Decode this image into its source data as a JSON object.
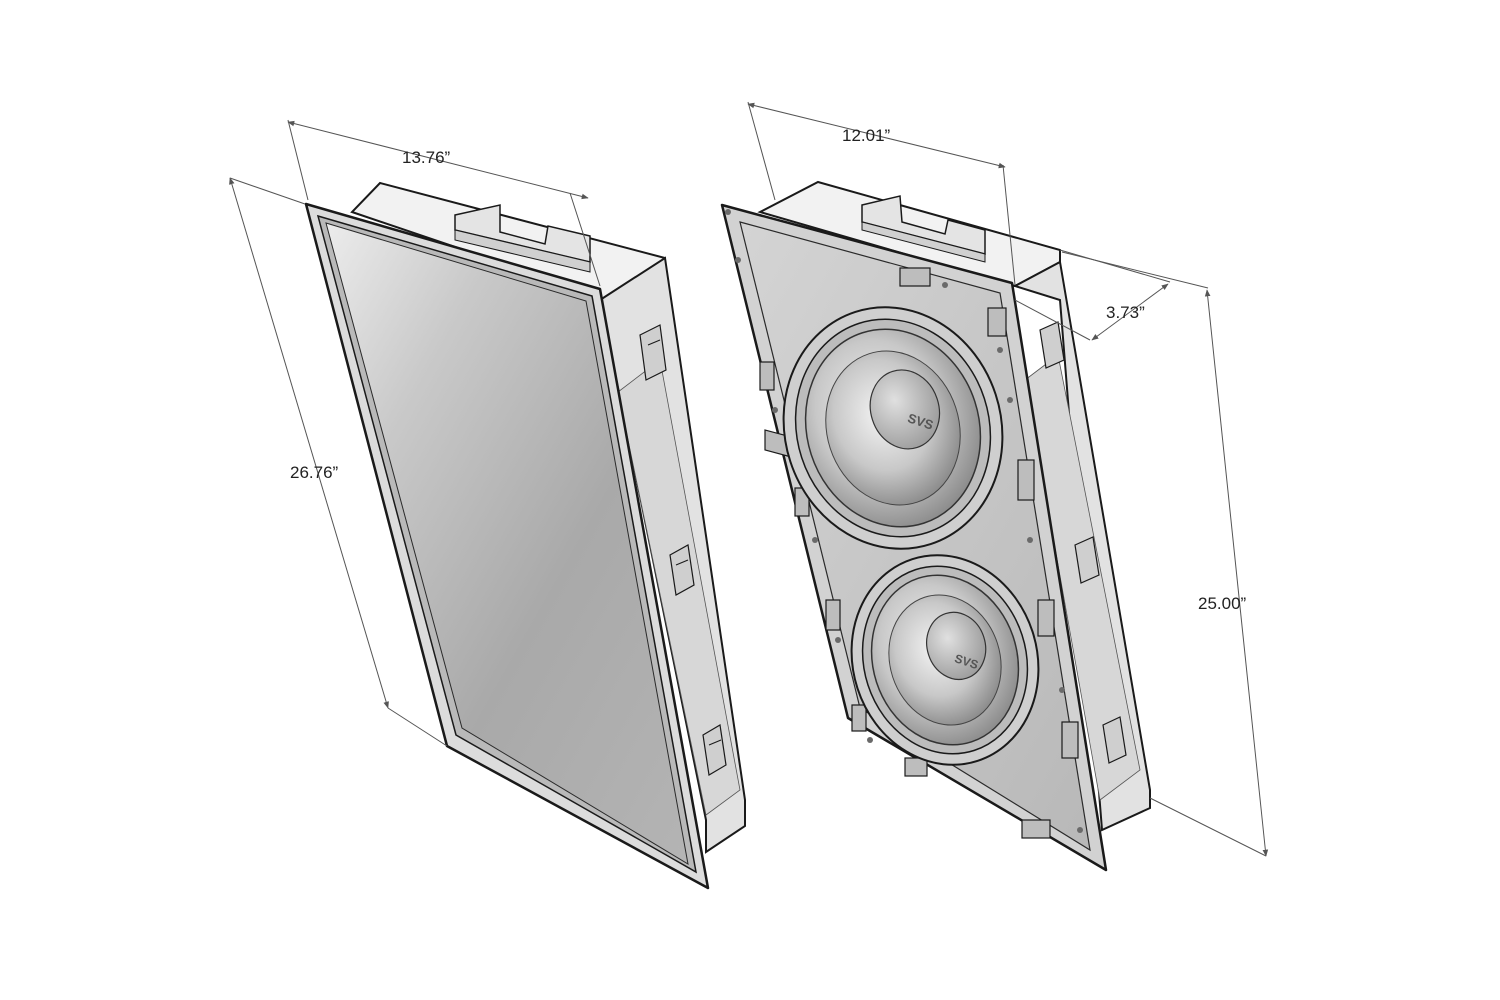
{
  "left_unit": {
    "width_label": "13.76”",
    "height_label": "26.76”"
  },
  "right_unit": {
    "width_label": "12.01”",
    "depth_label": "3.73”",
    "height_label": "25.00”",
    "driver_logo": "SVS"
  },
  "colors": {
    "outline": "#1a1a1a",
    "grille_light": "#d8d8d8",
    "grille_dark": "#9a9a9a",
    "baffle": "#c4c4c4",
    "box": "#efefef",
    "dimension_line": "#555555"
  }
}
